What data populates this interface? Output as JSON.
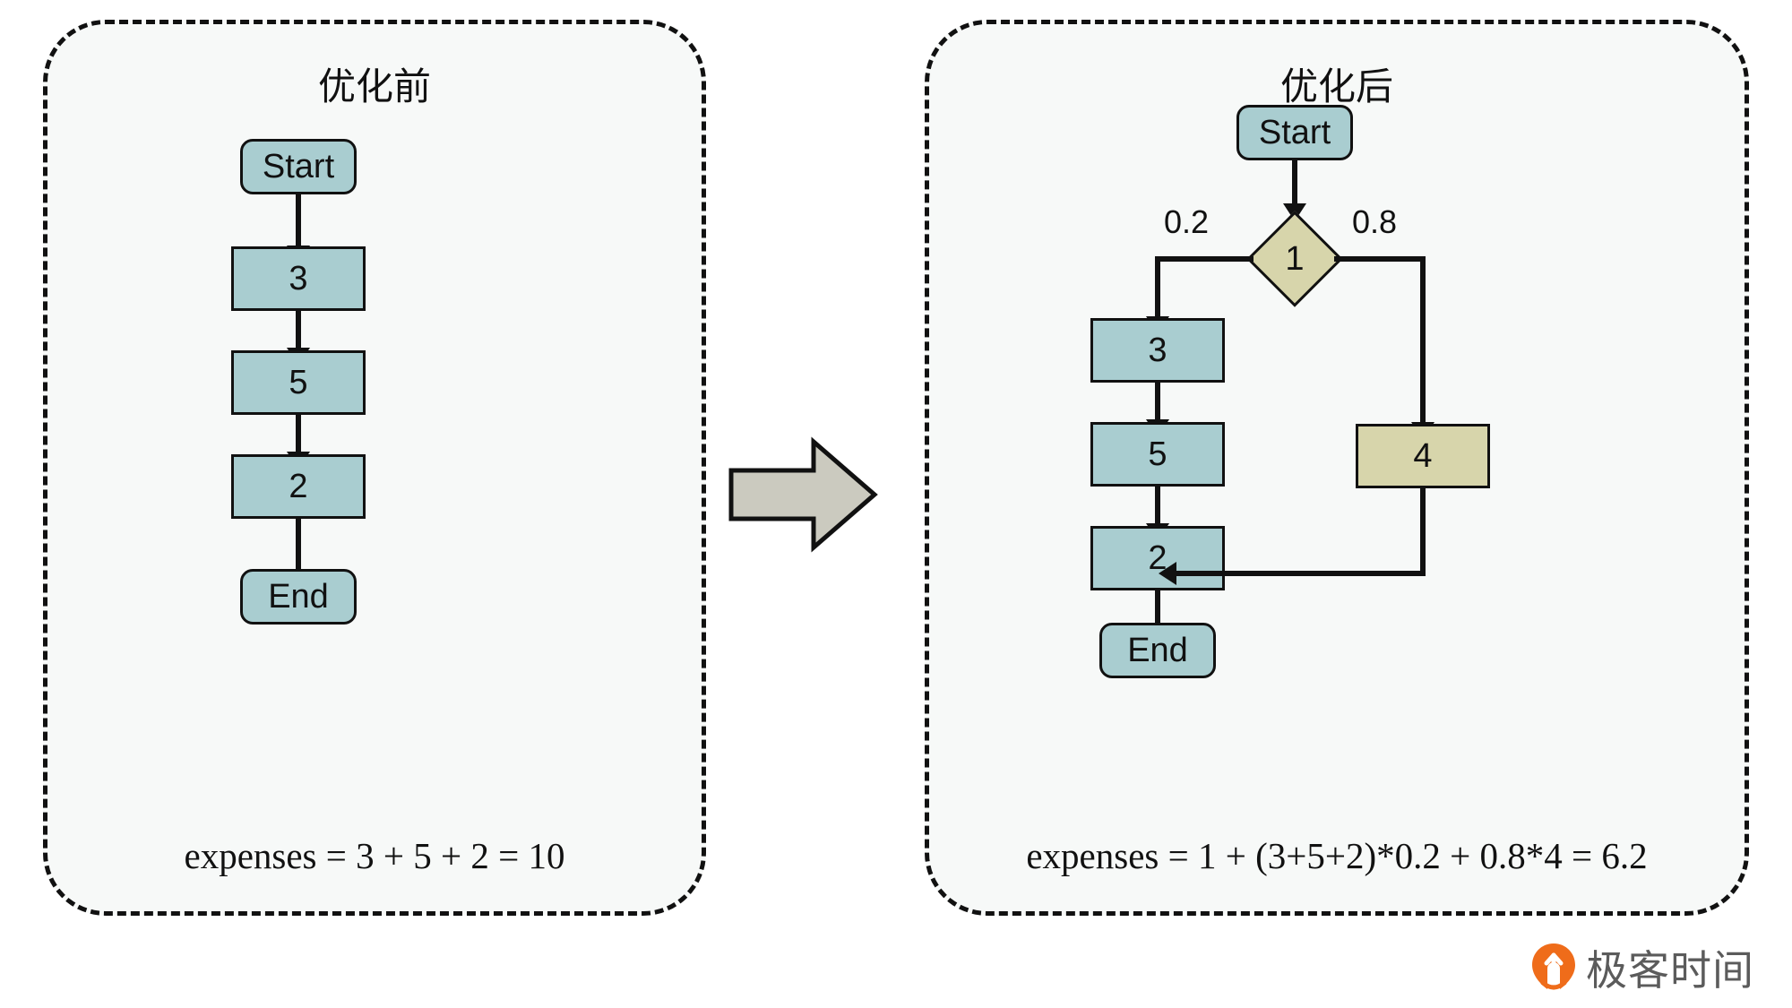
{
  "panels": {
    "before": {
      "title": "优化前",
      "formula": "expenses = 3 + 5 + 2 = 10",
      "nodes": [
        {
          "id": "start",
          "label": "Start",
          "shape": "terminal",
          "fill": "#a9cdd0"
        },
        {
          "id": "n3",
          "label": "3",
          "shape": "process",
          "fill": "#a9cdd0"
        },
        {
          "id": "n5",
          "label": "5",
          "shape": "process",
          "fill": "#a9cdd0"
        },
        {
          "id": "n2",
          "label": "2",
          "shape": "process",
          "fill": "#a9cdd0"
        },
        {
          "id": "end",
          "label": "End",
          "shape": "terminal",
          "fill": "#a9cdd0"
        }
      ]
    },
    "after": {
      "title": "优化后",
      "formula": "expenses = 1 + (3+5+2)*0.2 + 0.8*4 = 6.2",
      "nodes": [
        {
          "id": "start",
          "label": "Start",
          "shape": "terminal",
          "fill": "#a9cdd0"
        },
        {
          "id": "decision",
          "label": "1",
          "shape": "diamond",
          "fill": "#d7d5ab"
        },
        {
          "id": "n3",
          "label": "3",
          "shape": "process",
          "fill": "#a9cdd0"
        },
        {
          "id": "n5",
          "label": "5",
          "shape": "process",
          "fill": "#a9cdd0"
        },
        {
          "id": "n2",
          "label": "2",
          "shape": "process",
          "fill": "#a9cdd0"
        },
        {
          "id": "n4",
          "label": "4",
          "shape": "process",
          "fill": "#d7d5ab"
        },
        {
          "id": "end",
          "label": "End",
          "shape": "terminal",
          "fill": "#a9cdd0"
        }
      ],
      "edge_labels": {
        "left_branch": "0.2",
        "right_branch": "0.8"
      }
    }
  },
  "center_arrow": {
    "icon": "right-block-arrow-icon",
    "fill": "#cbcabf"
  },
  "watermark": {
    "icon": "geektime-logo-icon",
    "text": "极客时间",
    "logo_color": "#ef6c1a",
    "text_color": "#5b5b5b"
  },
  "colors": {
    "node_teal": "#a9cdd0",
    "node_khaki": "#d7d5ab",
    "stroke": "#111111",
    "panel_bg": "#f7f9f8"
  }
}
